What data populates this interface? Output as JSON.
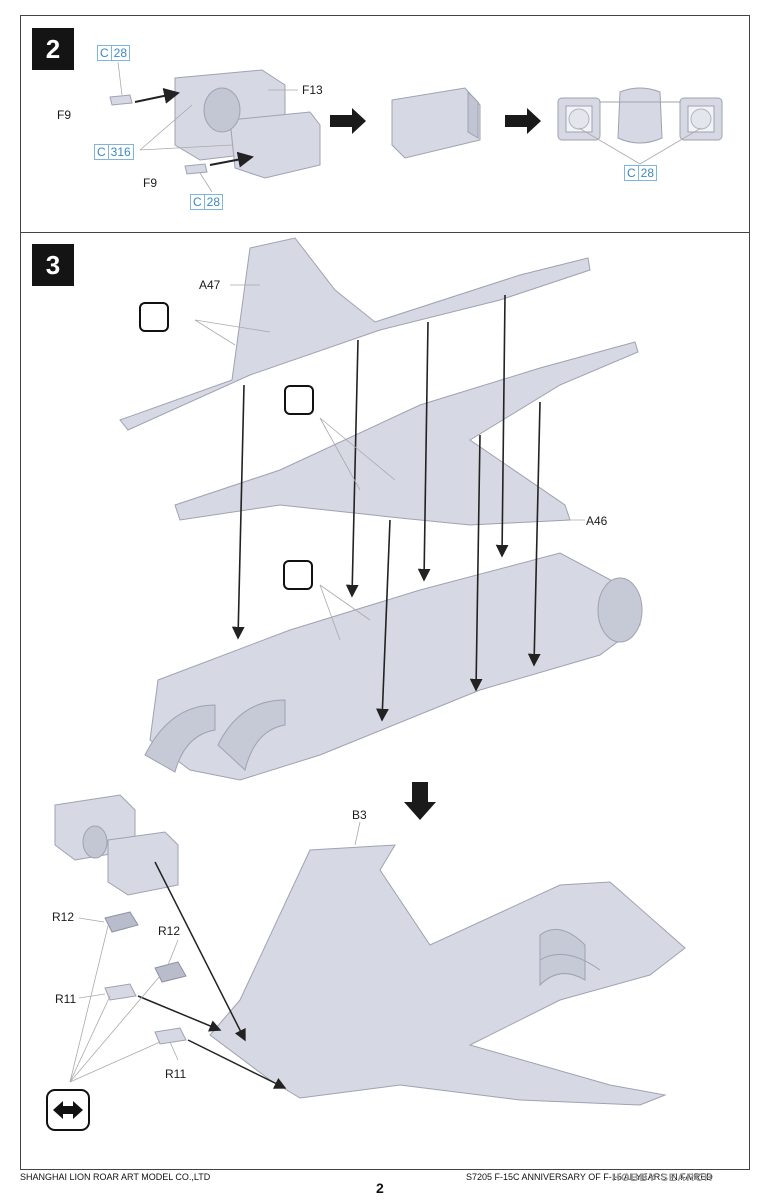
{
  "steps": {
    "step2": "2",
    "step3": "3"
  },
  "step2": {
    "labels": {
      "f9_top": "F9",
      "f13": "F13",
      "f9_bottom": "F9"
    },
    "refs": {
      "c28_top": [
        "C",
        "28"
      ],
      "c316": [
        "C",
        "316"
      ],
      "c28_bottom": [
        "C",
        "28"
      ],
      "c28_right": [
        "C",
        "28"
      ]
    }
  },
  "step3": {
    "labels": {
      "a47": "A47",
      "a46": "A46",
      "b3": "B3",
      "r12a": "R12",
      "r12b": "R12",
      "r11a": "R11",
      "r11b": "R11"
    }
  },
  "icons": [
    "drill-hole-icon",
    "arrow-right-icon",
    "arrow-down-icon",
    "double-arrow-icon"
  ],
  "footer": {
    "left": "SHANGHAI LION ROAR ART MODEL CO.,LTD",
    "page": "2",
    "right": "S7205 F-15C ANNIVERSARY OF F-15 AEYEARS IN FAIRED",
    "watermark": "HOBBY SEARCH"
  },
  "colors": {
    "part_fill": "#d6d8e3",
    "part_stroke": "#9ea2b2",
    "ref_blue": "#3b88c4",
    "badge": "#141414"
  }
}
